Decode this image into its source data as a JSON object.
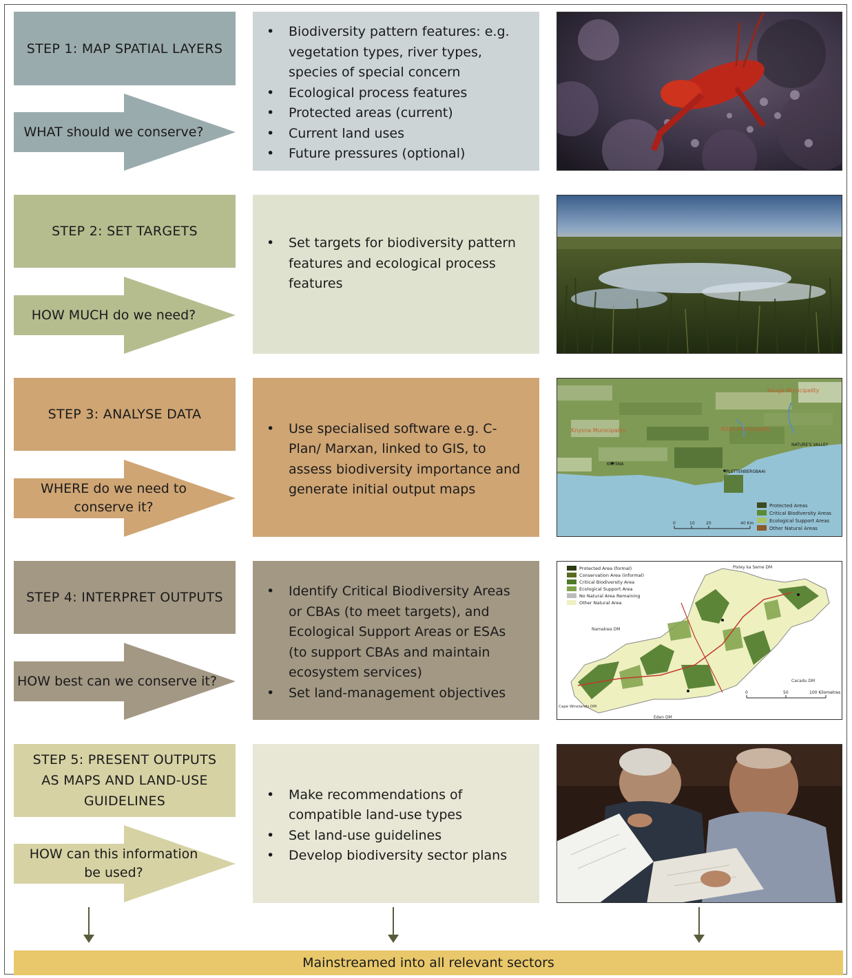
{
  "steps": [
    {
      "title": "STEP 1: MAP SPATIAL LAYERS",
      "question": "WHAT should we conserve?",
      "bullets": [
        "Biodiversity pattern features: e.g. vegetation types, river types, species of special concern",
        "Ecological process features",
        "Protected areas (current)",
        "Current land uses",
        "Future pressures (optional)"
      ],
      "image": "grasshopper-photo",
      "colors": {
        "box": "#9aabad",
        "panel": "#ccd4d6"
      }
    },
    {
      "title": "STEP 2: SET TARGETS",
      "question": "HOW MUCH do we need?",
      "bullets": [
        "Set targets for biodiversity pattern features and ecological process features"
      ],
      "image": "wetland-photo",
      "colors": {
        "box": "#b5bd8f",
        "panel": "#dfe2cf"
      }
    },
    {
      "title": "STEP 3: ANALYSE DATA",
      "question": "WHERE do we need to conserve it?",
      "bullets": [
        "Use specialised software e.g. C-Plan/ Marxan, linked to GIS, to assess biodiversity importance and generate initial output maps"
      ],
      "image": "coastal-map",
      "colors": {
        "box": "#cfa574",
        "panel": "#cfa574"
      }
    },
    {
      "title": "STEP 4: INTERPRET OUTPUTS",
      "question": "HOW best can we conserve it?",
      "bullets": [
        "Identify Critical Biodiversity Areas or CBAs (to meet targets), and Ecological Support Areas or ESAs (to support CBAs and maintain ecosystem services)",
        "Set land-management objectives"
      ],
      "image": "district-map",
      "colors": {
        "box": "#a39884",
        "panel": "#a39884"
      }
    },
    {
      "title": "STEP 5: PRESENT OUTPUTS AS MAPS AND LAND-USE GUIDELINES",
      "question": "HOW can this information be used?",
      "bullets": [
        "Make recommendations of compatible land-use types",
        "Set land-use guidelines",
        "Develop biodiversity sector plans"
      ],
      "image": "people-with-maps-photo",
      "colors": {
        "box": "#d6d2a4",
        "panel": "#e8e6d5"
      }
    }
  ],
  "map3": {
    "labels": [
      "Kouga Municipality",
      "Knysna Municipality",
      "Bitou Municipality",
      "KNYSNA",
      "PLETTENBERGBAAI",
      "NATURE'S VALLEY"
    ],
    "legend": [
      "Protected Areas",
      "Critical Biodiversity Areas",
      "Ecological Support Areas",
      "Other Natural Areas"
    ],
    "scale": [
      "0",
      "10",
      "20",
      "40 Km"
    ]
  },
  "map4": {
    "legend": [
      "Protected Area (formal)",
      "Conservation Area (informal)",
      "Critical Biodiversity Area",
      "Ecological Support Area",
      "No Natural Area Remaining",
      "Other Natural Area"
    ],
    "labels": [
      "Pixley ka Seme DM",
      "Namakwa DM",
      "Cacadu DM",
      "Eden DM",
      "Cape Winelands DM"
    ],
    "scale": [
      "0",
      "50",
      "100 Kilometres"
    ]
  },
  "footer": "Mainstreamed into all relevant sectors",
  "theme": {
    "footer": "#e9c86b",
    "arrow_down": "#5a5a3c"
  }
}
